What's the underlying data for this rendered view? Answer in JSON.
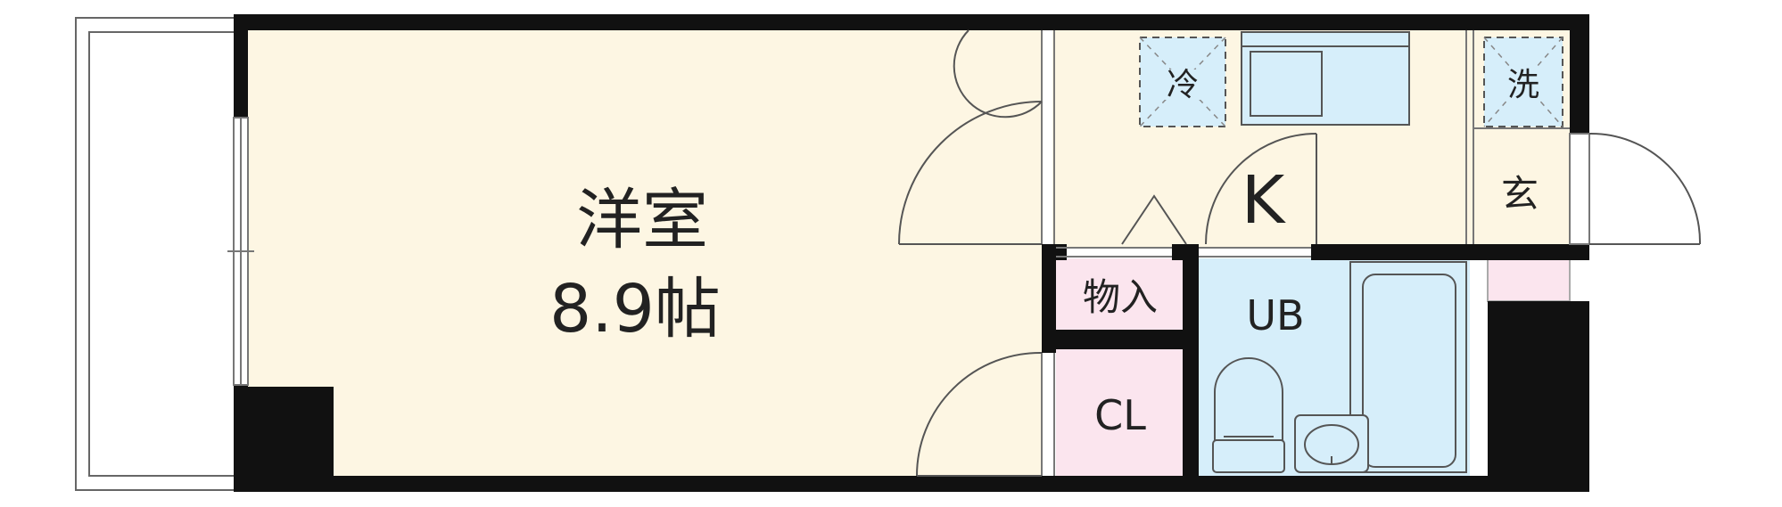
{
  "floorplan": {
    "rooms": {
      "western": {
        "name": "洋室",
        "size": "8.9帖"
      },
      "kitchen": {
        "name": "K"
      },
      "entrance": {
        "name": "玄"
      },
      "storage": {
        "name": "物入"
      },
      "closet": {
        "name": "CL"
      },
      "bath": {
        "name": "UB"
      }
    },
    "appliances": {
      "fridge": {
        "name": "冷"
      },
      "washer": {
        "name": "洗"
      }
    },
    "colors": {
      "wall": "#111111",
      "floor_main": "#fdf6e3",
      "floor_pink": "#fbe5ee",
      "floor_bath": "#d6eefa",
      "balcony": "#ffffff",
      "line": "#555555"
    }
  }
}
